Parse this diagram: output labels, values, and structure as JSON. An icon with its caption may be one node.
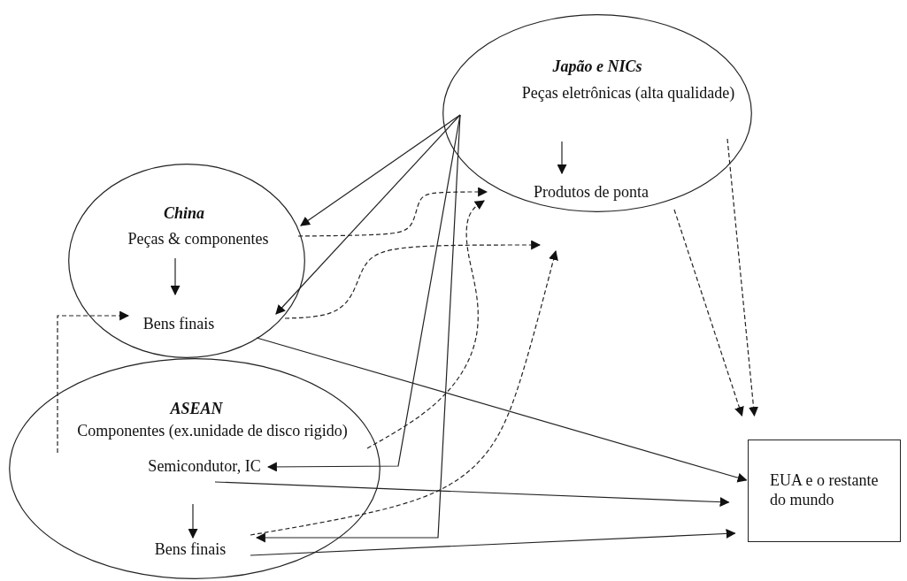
{
  "diagram": {
    "nodes": [
      {
        "text": [
          "Japão e NICs"
        ]
      },
      {
        "text": [
          "Peças eletrônicas (alta qualidade)"
        ],
        "in": 0
      },
      {
        "text": [
          "Produtos de ponta"
        ],
        "in": 0
      },
      {
        "text": [
          "China"
        ]
      },
      {
        "text": [
          "Peças & componentes"
        ],
        "in": 3
      },
      {
        "text": [
          "Bens finais"
        ],
        "in": 3
      },
      {
        "text": [
          "ASEAN"
        ]
      },
      {
        "text": [
          "Componentes (ex.unidade de disco rigido)"
        ],
        "in": 6
      },
      {
        "text": [
          "Semicondutor, IC"
        ],
        "in": 6
      },
      {
        "text": [
          "Bens finais"
        ],
        "in": 6
      },
      {
        "text": [
          "EUA e o restante do mundo"
        ]
      }
    ],
    "edges": [
      {
        "from": 1,
        "to": 2,
        "arrow": "to"
      },
      {
        "from": 4,
        "to": 5,
        "arrow": "to"
      },
      {
        "from": 8,
        "to": 9,
        "arrow": "to"
      },
      {
        "from": 1,
        "to": 4,
        "arrow": "to"
      },
      {
        "from": 1,
        "to": 5,
        "arrow": "to"
      },
      {
        "from": 1,
        "to": 8,
        "arrow": "to"
      },
      {
        "from": 1,
        "to": 9,
        "arrow": "to"
      },
      {
        "from": 4,
        "to": 2,
        "arrow": "to",
        "style": "dashed"
      },
      {
        "from": 5,
        "to": 2,
        "arrow": "to",
        "style": "dashed"
      },
      {
        "from": 7,
        "to": 2,
        "arrow": "to",
        "style": "dashed"
      },
      {
        "from": 9,
        "to": 2,
        "arrow": "to",
        "style": "dashed"
      },
      {
        "from": 7,
        "to": 5,
        "arrow": "to",
        "style": "dashed"
      },
      {
        "from": 2,
        "to": 10,
        "arrow": "to",
        "style": "dashed"
      },
      {
        "from": 1,
        "to": 10,
        "arrow": "to",
        "style": "dashed"
      },
      {
        "from": 5,
        "to": 10,
        "arrow": "to"
      },
      {
        "from": 8,
        "to": 10,
        "arrow": "to"
      },
      {
        "from": 9,
        "to": 10,
        "arrow": "to"
      }
    ]
  }
}
